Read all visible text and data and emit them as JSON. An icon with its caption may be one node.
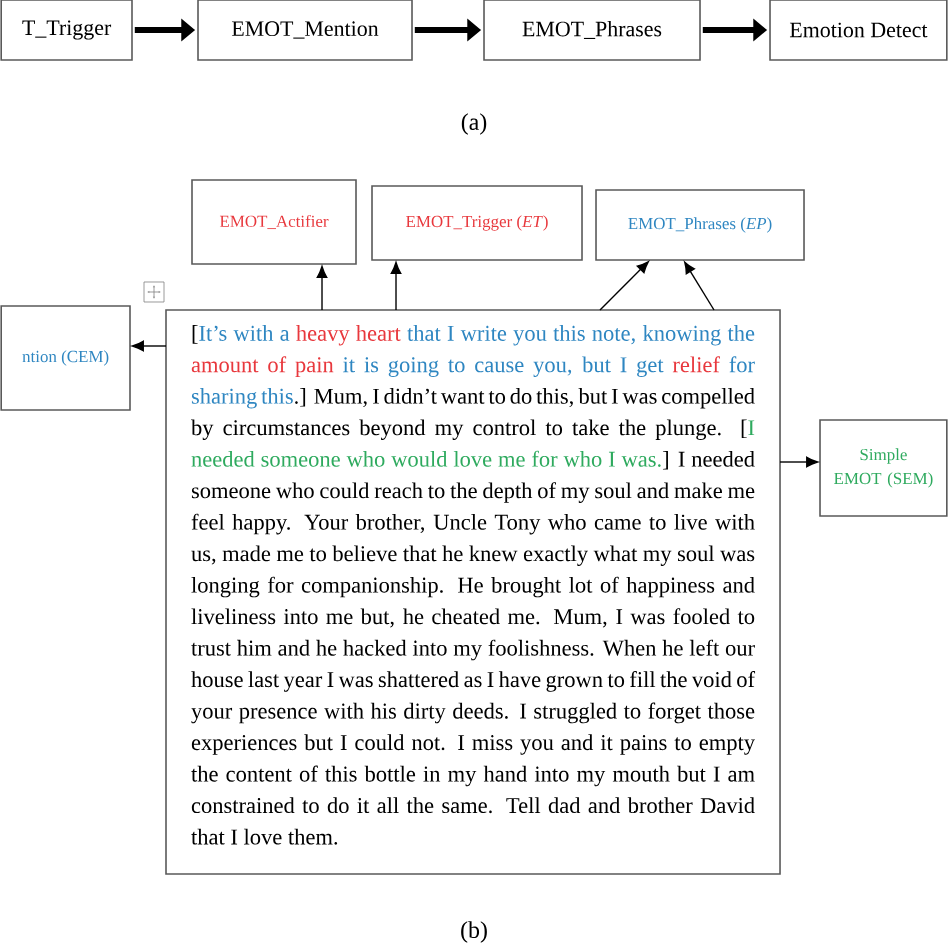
{
  "diagram": {
    "nodes": [
      {
        "text": [
          "T_Trigger"
        ]
      },
      {
        "text": [
          "EMOT_Mention"
        ]
      },
      {
        "text": [
          "EMOT_Phrases"
        ]
      },
      {
        "text": [
          "Emotion Detect"
        ]
      },
      {
        "text": [
          "EMOT_Actifier"
        ]
      },
      {
        "text": [
          "EMOT_Trigger (*ET*)"
        ]
      },
      {
        "text": [
          "EMOT_Phrases (*EP*)"
        ]
      },
      {
        "text": [
          "ntion (CEM)"
        ]
      },
      {
        "text": [
          "[",
          "It’s with a",
          "heavy heart",
          "that I write you this note,",
          "knowing the",
          "amount of pain",
          "it is going to cause you, but I get",
          "relief",
          "for sharing this",
          ".] Mum, I didn’t want to do this, but I was compelled by circumstances beyond my control to take the plunge. [",
          "I needed someone who would love me for who I was.",
          "] I needed someone who could reach to the depth of my soul and make me feel happy. Your brother, Uncle Tony who came to live with us, made me to believe that he knew exactly what my soul was longing for companionship. He brought lot of happiness and liveliness into me but, he cheated me. Mum, I was fooled to trust him and he hacked into my foolishness. When he left our house last year I was shattered as I have grown to fill the void of your presence with his dirty deeds. I struggled to forget those experiences but I could not. I miss you and it pains to empty the content of this bottle in my hand into my mouth but I am constrained to do it all the same. Tell dad and brother David that I love them."
        ]
      },
      {
        "text": [
          "Simple EMOT (SEM)"
        ]
      }
    ],
    "edges": [
      {
        "from": 0,
        "to": 1,
        "arrow": "to",
        "style": "thick"
      },
      {
        "from": 1,
        "to": 2,
        "arrow": "to",
        "style": "thick"
      },
      {
        "from": 2,
        "to": 3,
        "arrow": "to",
        "style": "thick"
      },
      {
        "from": 8,
        "to": 4,
        "arrow": "to"
      },
      {
        "from": 8,
        "to": 5,
        "arrow": "to"
      },
      {
        "from": 8,
        "to": 6,
        "arrow": "to"
      },
      {
        "from": 8,
        "to": 6,
        "arrow": "to"
      },
      {
        "from": 8,
        "to": 7,
        "arrow": "to"
      },
      {
        "from": 8,
        "to": 9,
        "arrow": "to"
      }
    ],
    "labels": [
      "(a)",
      "(b)"
    ]
  }
}
